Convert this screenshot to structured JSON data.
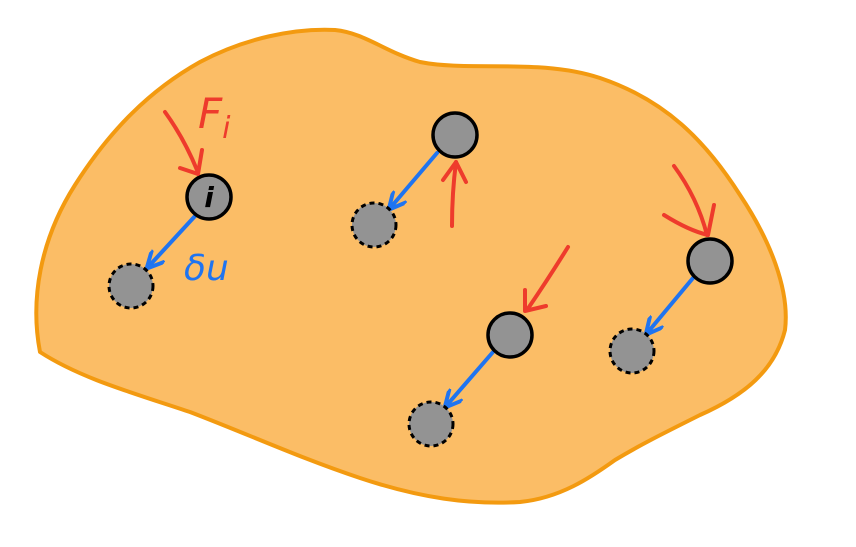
{
  "labels": {
    "force": "F",
    "force_subscript": "i",
    "particle_index": "i",
    "virtual_displacement": "δu"
  },
  "colors": {
    "body_fill": "#fbbd66",
    "body_stroke": "#f39a10",
    "particle_fill": "#939393",
    "particle_stroke": "#000000",
    "force_arrow": "#ee3b2c",
    "displacement_arrow": "#1f74f0",
    "force_label": "#ee3b2c",
    "displacement_label": "#1f74f0"
  }
}
